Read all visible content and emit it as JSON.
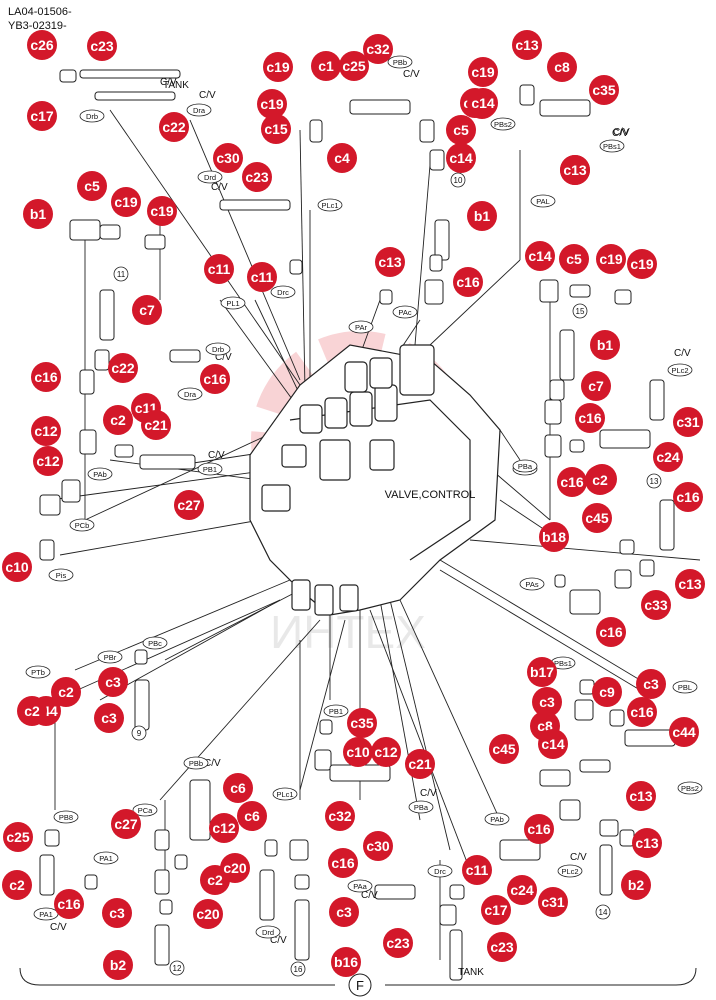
{
  "header": {
    "line1": "LA04-01506-",
    "line2": "YB3-02319-"
  },
  "watermark": {
    "text": "ИНТЕХ",
    "color": "#e23a45"
  },
  "colors": {
    "callout": "#d3182a",
    "callout_text": "#ffffff",
    "line": "#222222",
    "part_fill": "#ffffff"
  },
  "main_label": "VALVE,CONTROL",
  "section_label": "F",
  "callouts": [
    "c26",
    "c23",
    "c17",
    "c22",
    "c19",
    "c1",
    "c25",
    "c32",
    "c19",
    "c19",
    "c15",
    "c4",
    "c30",
    "c23",
    "c13",
    "c8",
    "c35",
    "c19",
    "c19",
    "c5",
    "c14",
    "c13",
    "b1",
    "c5",
    "c19",
    "c19",
    "c14",
    "c11",
    "c11",
    "b1",
    "c7",
    "c22",
    "c16",
    "c13",
    "c16",
    "c13",
    "c14",
    "c5",
    "c19",
    "c19",
    "b1",
    "c7",
    "c16",
    "c2",
    "c11",
    "c21",
    "c16",
    "c12",
    "c12",
    "c27",
    "c10",
    "c16",
    "c31",
    "c24",
    "c2",
    "c16",
    "b18",
    "c45",
    "c13",
    "c33",
    "c16",
    "c44",
    "c2",
    "c3",
    "c3",
    "b17",
    "c9",
    "c3",
    "c3",
    "c16",
    "c8",
    "c14",
    "c45",
    "c44",
    "c35",
    "c10",
    "c12",
    "c21",
    "c27",
    "c6",
    "c32",
    "c6",
    "c12",
    "c25",
    "c2",
    "c20",
    "c16",
    "c2",
    "c20",
    "c3",
    "c16",
    "c3",
    "b2",
    "b16",
    "c30",
    "c11",
    "c24",
    "c31",
    "c16",
    "c13",
    "c13",
    "b2",
    "c23",
    "c17",
    "c23",
    "c2",
    "c2"
  ],
  "port_labels": [
    "Drb",
    "Dra",
    "PBb",
    "PBs2",
    "PBs1",
    "Drd",
    "PLc1",
    "PAL",
    "PL1",
    "Drc",
    "Drb",
    "Dra",
    "PAr",
    "PAc",
    "PLc2",
    "PAb",
    "PB1",
    "PCb",
    "Pis",
    "PAa",
    "PAs",
    "PTb",
    "PBr",
    "PBc",
    "PBs1",
    "PBL",
    "PB1",
    "PBs2",
    "PB8",
    "PA1",
    "PCa",
    "PBb",
    "PLc1",
    "PBa",
    "PAb",
    "PLc2",
    "PAa",
    "Drc",
    "Drd",
    "PA1",
    "PBa"
  ],
  "text_labels": [
    "TANK",
    "C/V",
    "C/V",
    "C/V",
    "C/V",
    "C/V",
    "C/V",
    "C/V",
    "C/V",
    "C/V",
    "C/V",
    "C/V",
    "C/V",
    "C/V",
    "C/V",
    "C/V",
    "C/V",
    "TANK"
  ],
  "circled_numbers": [
    "10",
    "11",
    "15",
    "13",
    "9",
    "12",
    "16",
    "14"
  ]
}
